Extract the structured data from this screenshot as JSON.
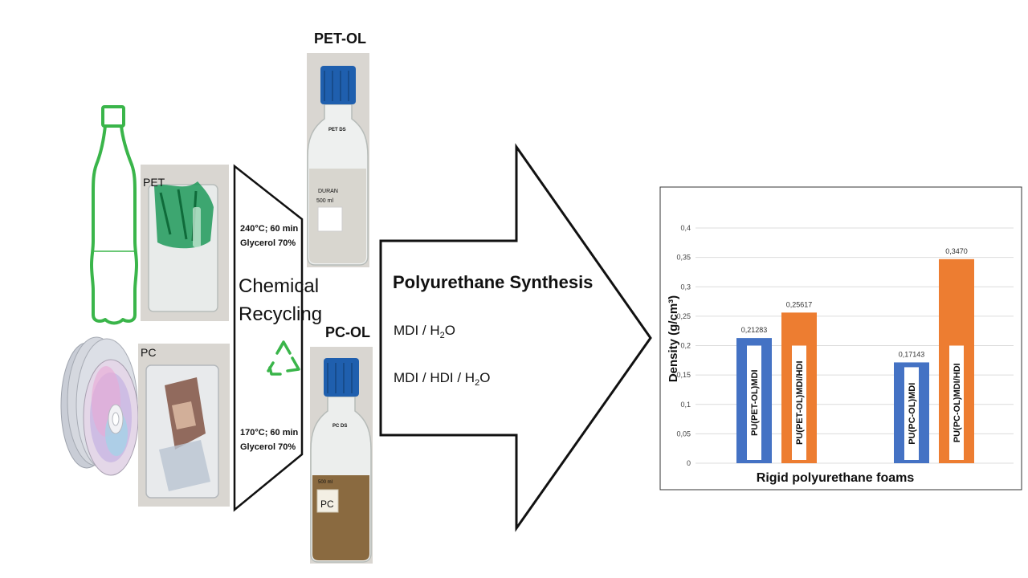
{
  "labels": {
    "pet": "PET",
    "pc": "PC",
    "pet_ol": "PET-OL",
    "pc_ol": "PC-OL",
    "pet_cond_1": "240°C; 60 min",
    "pet_cond_2": "Glycerol 70%",
    "pc_cond_1": "170°C; 60 min",
    "pc_cond_2": "Glycerol 70%",
    "process_1": "Chemical",
    "process_2": "Recycling",
    "synthesis_title": "Polyurethane Synthesis",
    "recipe_1_a": "MDI / H",
    "recipe_1_sub": "2",
    "recipe_1_b": "O",
    "recipe_2_a": "MDI / HDI / H",
    "recipe_2_sub": "2",
    "recipe_2_b": "O",
    "pet_bottle_print": "PET DS",
    "pet_bottle_brand": "DURAN",
    "pet_bottle_vol": "500 ml",
    "pc_bottle_print": "PC DS",
    "pc_bottle_tag": "PC",
    "pc_bottle_vol": "500 ml"
  },
  "colors": {
    "recycle_green": "#3ab54a",
    "cap_blue": "#1f5fae",
    "bar_blue": "#4472c4",
    "bar_orange": "#ed7d31",
    "powder_brown": "#8a6a40",
    "pet_flakes": "#1e9a5a"
  },
  "icons": {
    "bottle": "plastic-bottle-outline-icon",
    "recycle": "recycle-arrows-icon",
    "discs": "compact-discs-icon"
  },
  "chart_data": {
    "type": "bar",
    "xlabel": "Rigid polyurethane foams",
    "ylabel": "Density (g/cm³)",
    "ylim": [
      0,
      0.4
    ],
    "yticks": [
      "0",
      "0,05",
      "0,1",
      "0,15",
      "0,2",
      "0,25",
      "0,3",
      "0,35",
      "0,4"
    ],
    "yticks_values": [
      0,
      0.05,
      0.1,
      0.15,
      0.2,
      0.25,
      0.3,
      0.35,
      0.4
    ],
    "grid": true,
    "bars": [
      {
        "name": "PU(PET-OL)MDI",
        "value": 0.21283,
        "label": "0,21283",
        "color": "#4472c4"
      },
      {
        "name": "PU(PET-OL)MDI/HDI",
        "value": 0.25617,
        "label": "0,25617",
        "color": "#ed7d31"
      },
      {
        "name": "PU(PC-OL)MDI",
        "value": 0.17143,
        "label": "0,17143",
        "color": "#4472c4"
      },
      {
        "name": "PU(PC-OL)MDI/HDI",
        "value": 0.347,
        "label": "0,3470",
        "color": "#ed7d31"
      }
    ]
  }
}
